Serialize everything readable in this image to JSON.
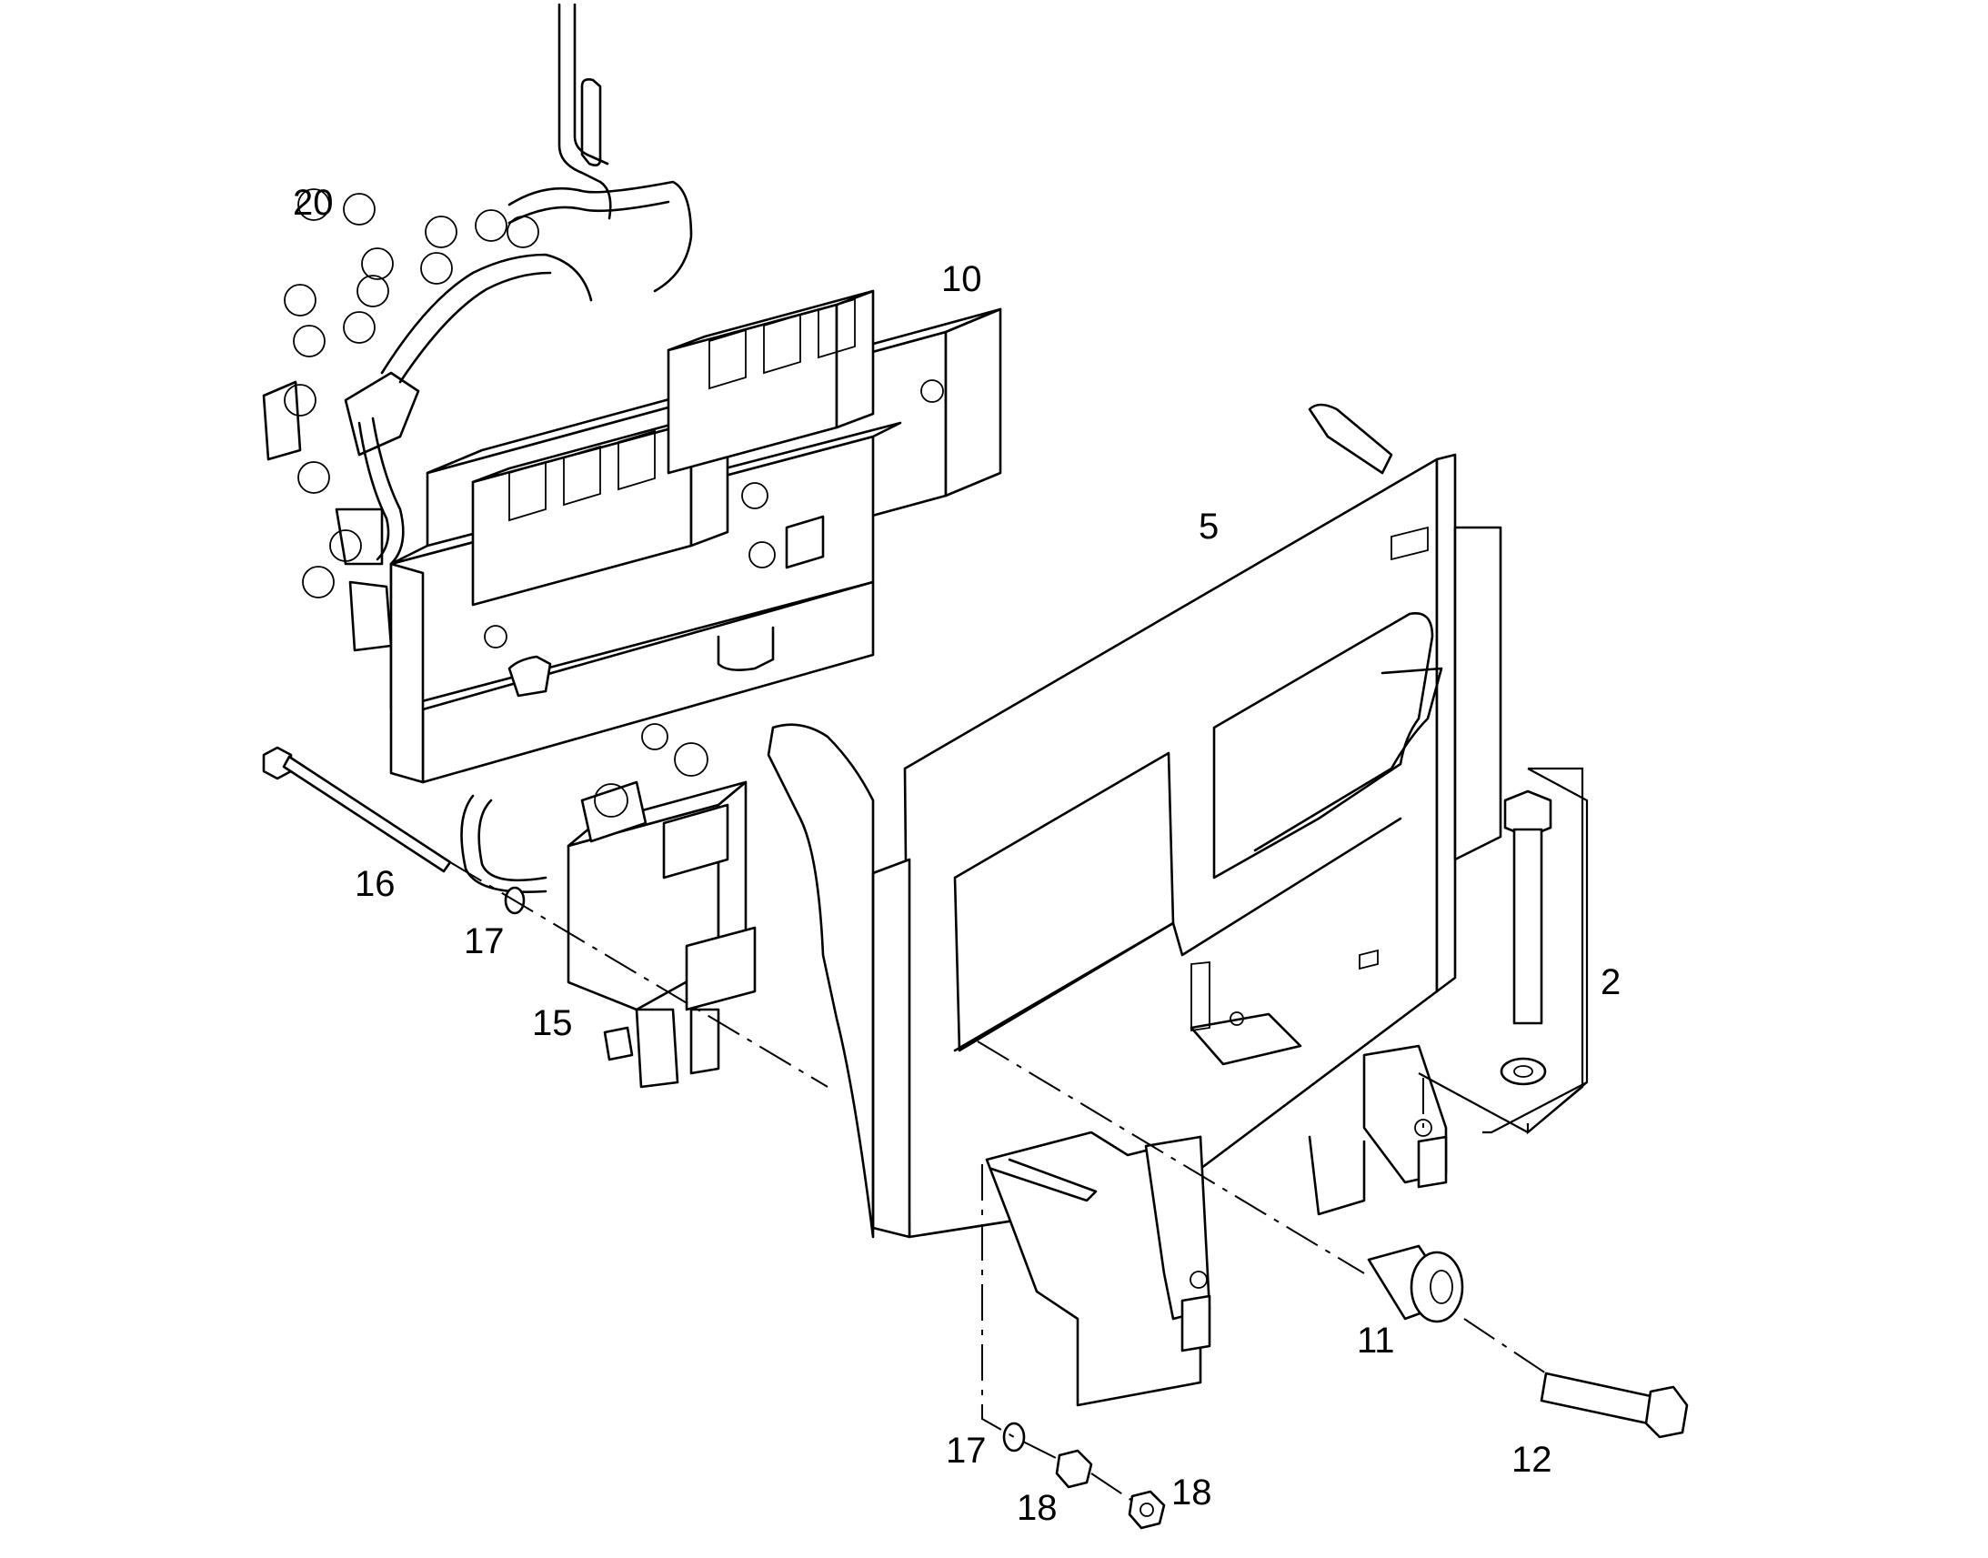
{
  "callouts": {
    "c20": "20",
    "c10": "10",
    "c5": "5",
    "c16": "16",
    "c17a": "17",
    "c15": "15",
    "c2": "2",
    "c11": "11",
    "c12": "12",
    "c17b": "17",
    "c18a": "18",
    "c18b": "18"
  },
  "colors": {
    "line": "#000000",
    "background": "#ffffff"
  }
}
